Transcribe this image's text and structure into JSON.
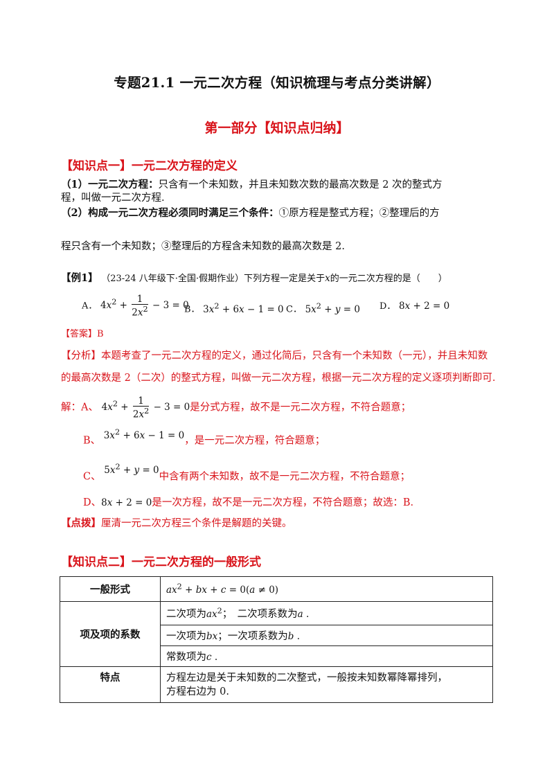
{
  "title": "专题21.1 一元二次方程（知识梳理与考点分类讲解）",
  "part_heading": "第一部分【知识点归纳】",
  "kp1": {
    "heading": "【知识点一】一元二次方程的定义",
    "p1_label": "（1）一元二次方程：",
    "p1_text_a": "只含有一个未知数，并且未知数次数的最高次数是 2 次的整式方",
    "p1_text_b": "程，叫做一元二次方程.",
    "p2_label": "（2）构成一元二次方程必须同时满足三个条件：",
    "p2_text_a": "①原方程是整式方程；②整理后的方",
    "p2_text_b": "程只含有一个未知数；③整理后的方程含未知数的最高次数是 2."
  },
  "example": {
    "label": "【例1】",
    "source": "（23-24 八年级下·全国·假期作业）",
    "question_a": "下列方程一定是关于",
    "question_var": "x",
    "question_b": "的一元二次方程的是（　　）",
    "options": {
      "A": "A．",
      "B": "B．",
      "C": "C．",
      "D": "D．"
    },
    "answer": "【答案】B",
    "analysis_a": "【分析】本题考查了一元二次方程的定义，通过化简后，只含有一个未知数（一元），并且未知数",
    "analysis_b": "的最高次数是 2（二次）的整式方程，叫做一元二次方程，根据一元二次方程的定义逐项判断即可.",
    "solution_prefix": "解：A、",
    "sol_a": "是分式方程，故不是一元二次方程，不符合题意；",
    "sol_b_prefix": "B、",
    "sol_b": "，是一元二次方程，符合题意；",
    "sol_c_prefix": "C、",
    "sol_c": "中含有两个未知数，故不是一元二次方程，不符合题意；",
    "sol_d_prefix": "D、",
    "sol_d": "是一次方程，故不是一元二次方程，不符合题意；故选：B.",
    "tip_label": "【点拨】",
    "tip_text": "厘清一元二次方程三个条件是解题的关键。"
  },
  "kp2": {
    "heading": "【知识点二】一元二次方程的一般形式",
    "row1_label": "一般形式",
    "row2_label": "项及项的系数",
    "row2_l1_a": "二次项为",
    "row2_l1_b": "；　二次项系数为",
    "row2_l2_a": "一次项为",
    "row2_l2_b": "；一次项系数为",
    "row2_l3_a": "常数项为",
    "row3_label": "特点",
    "row3_text_a": "方程左边是关于未知数的二次整式，一般按未知数幂降幂排列，",
    "row3_text_b": "方程右边为 0."
  }
}
